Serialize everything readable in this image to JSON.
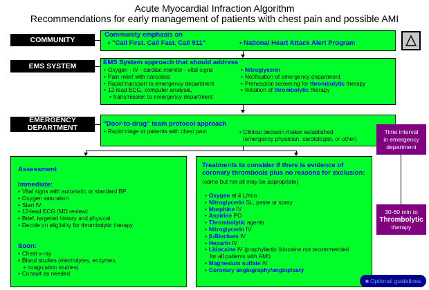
{
  "title": {
    "line1": "Acute Myocardial Infraction Algorithm",
    "line2": "Recommendations for early management of patients with chest pain and possible AMI"
  },
  "stages": {
    "community": "COMMUNITY",
    "ems": "EMS SYSTEM",
    "emergency_line1": "EMERGENCY",
    "emergency_line2": "DEPARTMENT"
  },
  "community_box": {
    "heading": "Community emphasis on",
    "item1": "\"Call First. Call Fast. Call 911\"",
    "item2": "National Heart Attack Alert Program"
  },
  "ems_box": {
    "heading": "EMS System approach that should address",
    "left": [
      "Oxygen - IV - cardiac monitor - vital signs",
      "Pain relief with narcotics",
      "Rapid transport to emergency department",
      "12-lead ECG, computer analysis,",
      "transmission to emergency department"
    ],
    "right_nitro": "Nitroglycerin",
    "right_notify": "Notification of emergency department",
    "right_prehosp_prefix": "Prehospital screening for ",
    "right_prehosp_bold": "thrombolytic",
    "right_prehosp_suffix": " therapy",
    "right_init_prefix": "Initiation of ",
    "right_init_bold": "thrombolytic",
    "right_init_suffix": " therapy"
  },
  "ed_box": {
    "heading": "\"Door-to-drug\" team protocol approach",
    "left": "Rapid triage or patients with chest pain",
    "right_line1": "Clinical decision maker established",
    "right_line2": "(emergency physician, cardiologist, or other)"
  },
  "time_interval": {
    "line1": "Time interval",
    "line2": "in emergency",
    "line3": "department"
  },
  "time_min": {
    "line1": "30-60 min to",
    "line2": "Thrombolytic",
    "line3": "therapy"
  },
  "assessment": {
    "heading": "Assessment",
    "immediate": "Immediate:",
    "immediate_items": [
      "Vital signs with automatic or standard BP",
      "Oxygen saturation",
      "Start IV",
      "12-lead ECG (MD review)",
      "Brief, targeted history and physical",
      "Decide on eligibility for thrombolytic therapy"
    ],
    "soon": "Soon:",
    "soon_items": [
      "Chest x-ray",
      "Blood studies (electrolytes, enzymes,",
      "coagulation studies)",
      "Consult as needed"
    ]
  },
  "treatments": {
    "heading1": "Treatments to consider if there is evidence of",
    "heading2": "coronary thrombosis plus no reasons for exclusion:",
    "sub": "(some but not all may be appropriate)",
    "items": [
      {
        "bold": "Oxygen",
        "rest": " at 4 L/min"
      },
      {
        "bold": "Nitroglycerin",
        "rest": " SL, paste or spray"
      },
      {
        "bold": "Morphine",
        "rest": " IV"
      },
      {
        "bold": "Aspirine",
        "rest": " PO"
      },
      {
        "bold": "Thrombolytic",
        "rest": " agents"
      },
      {
        "bold": "Nitroglycerin",
        "rest": " IV"
      },
      {
        "bold": "β-Blockers",
        "rest": " IV"
      },
      {
        "bold": "Heparin",
        "rest": " IV"
      },
      {
        "bold": "Lidocaine",
        "rest": " IV (prophylactic lidocaine not recommended"
      },
      {
        "bold": "",
        "rest": "for all patients with AMI)"
      },
      {
        "bold": "Magnesium sulfate",
        "rest": " IV"
      },
      {
        "bold": "Coronary angiography/angioplasty",
        "rest": ""
      }
    ]
  },
  "optional_button": "Optional guidelines",
  "colors": {
    "box_green": "#00ff2a",
    "heading_blue": "#0000ee",
    "purple": "#800080"
  }
}
